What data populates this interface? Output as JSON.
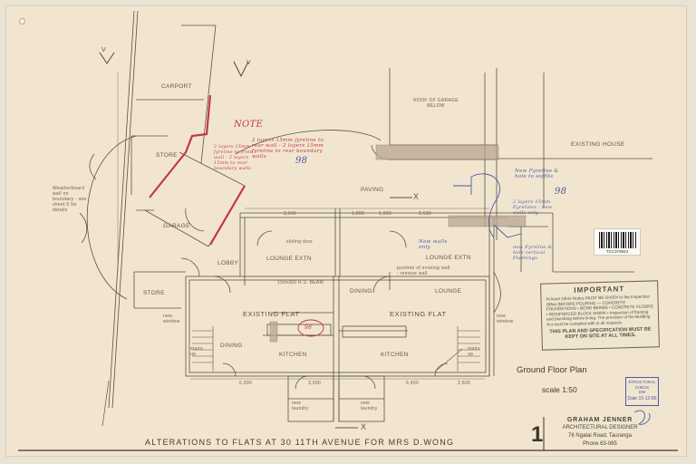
{
  "sheet_title": "ALTERATIONS TO FLATS AT 30 11TH AVENUE FOR MRS D.WONG",
  "sheet_number": "1",
  "plan_title": "Ground Floor Plan",
  "scale_text": "scale 1:50",
  "designer": {
    "name": "GRAHAM JENNER",
    "role": "ARCHITECTURAL DESIGNER",
    "address": "76 Ngatai Road, Tauranga",
    "phone": "Phone 63-085"
  },
  "barcode_number": "TCC379843",
  "important_stamp": {
    "heading": "IMPORTANT",
    "body": "At least 24hrs Notice MUST BE GIVEN to the Inspection Office BEFORE POURING — CONCRETE FOUNDATIONS • BOND BEAMS • CONCRETE FLOORS • REINFORCED BLOCK WORK • Inspection of framing and plumbing before lining. The provision of the Building Act must be complied with in all respects.",
    "footer": "THIS PLAN AND SPECIFICATION MUST BE KEPT ON SITE AT ALL TIMES."
  },
  "structural_stamp": {
    "line1": "STRUCTURAL",
    "line2": "CHECK",
    "initials": "DW",
    "date": "Date 15-12-86"
  },
  "rooms": {
    "carport": "CARPORT",
    "store_top": "STORE",
    "garage": "GARAGE",
    "lobby": "LOBBY",
    "store_bottom": "STORE",
    "paving": "PAVING",
    "lounge_extn_left": "LOUNGE EXTN",
    "lounge_extn_right": "LOUNGE EXTN",
    "dining": "DINING",
    "lounge": "LOUNGE",
    "existing_flat_left": "EXISTING FLAT",
    "existing_flat_right": "EXISTING FLAT",
    "dining_left": "DINING",
    "kitchen_left": "KITCHEN",
    "kitchen_right": "KITCHEN",
    "existing_house": "EXISTING HOUSE",
    "roof_of_garage_below": "ROOF OF GARAGE BELOW"
  },
  "notes": {
    "boundary_left": "Weatherboard wall on boundary - see sheet 5 for details",
    "new_window_left": "new window",
    "new_window_right": "new window",
    "new_laundry_left": "new laundry",
    "new_laundry_right": "new laundry",
    "stair_up_left": "stairs up",
    "stair_up_right": "stairs up",
    "beam_note": "150x300 R.S. BEAM",
    "beam_note_right": "position of existing wall - remove wall",
    "sliding_door": "sliding door"
  },
  "handwritten": {
    "note_title": "NOTE",
    "note_red": "2 layers 15mm fyreline to rear wall - 2 layers 15mm fyreline to rear boundary walls",
    "note_red_2": "2 layers 15mm fyreline to front wall - 2 layers 15mm to rear boundary walls",
    "blue_note": "New Fyreline & hole to soffits",
    "blue_note_2": "New walls only",
    "blue_note_3": "2 layers 15mm Fyrelines - new walls only",
    "blue_note_4": "new Fyreline & hole vertical Flashings",
    "initials_a": "98",
    "initials_b": "98",
    "initials_c": "98"
  },
  "dimensions": [
    "3,600",
    "1,800",
    "1,000",
    "2,600",
    "6,000",
    "3,000",
    "6,400",
    "2,600"
  ],
  "section_marks": [
    "X",
    "X",
    "V",
    "V"
  ]
}
